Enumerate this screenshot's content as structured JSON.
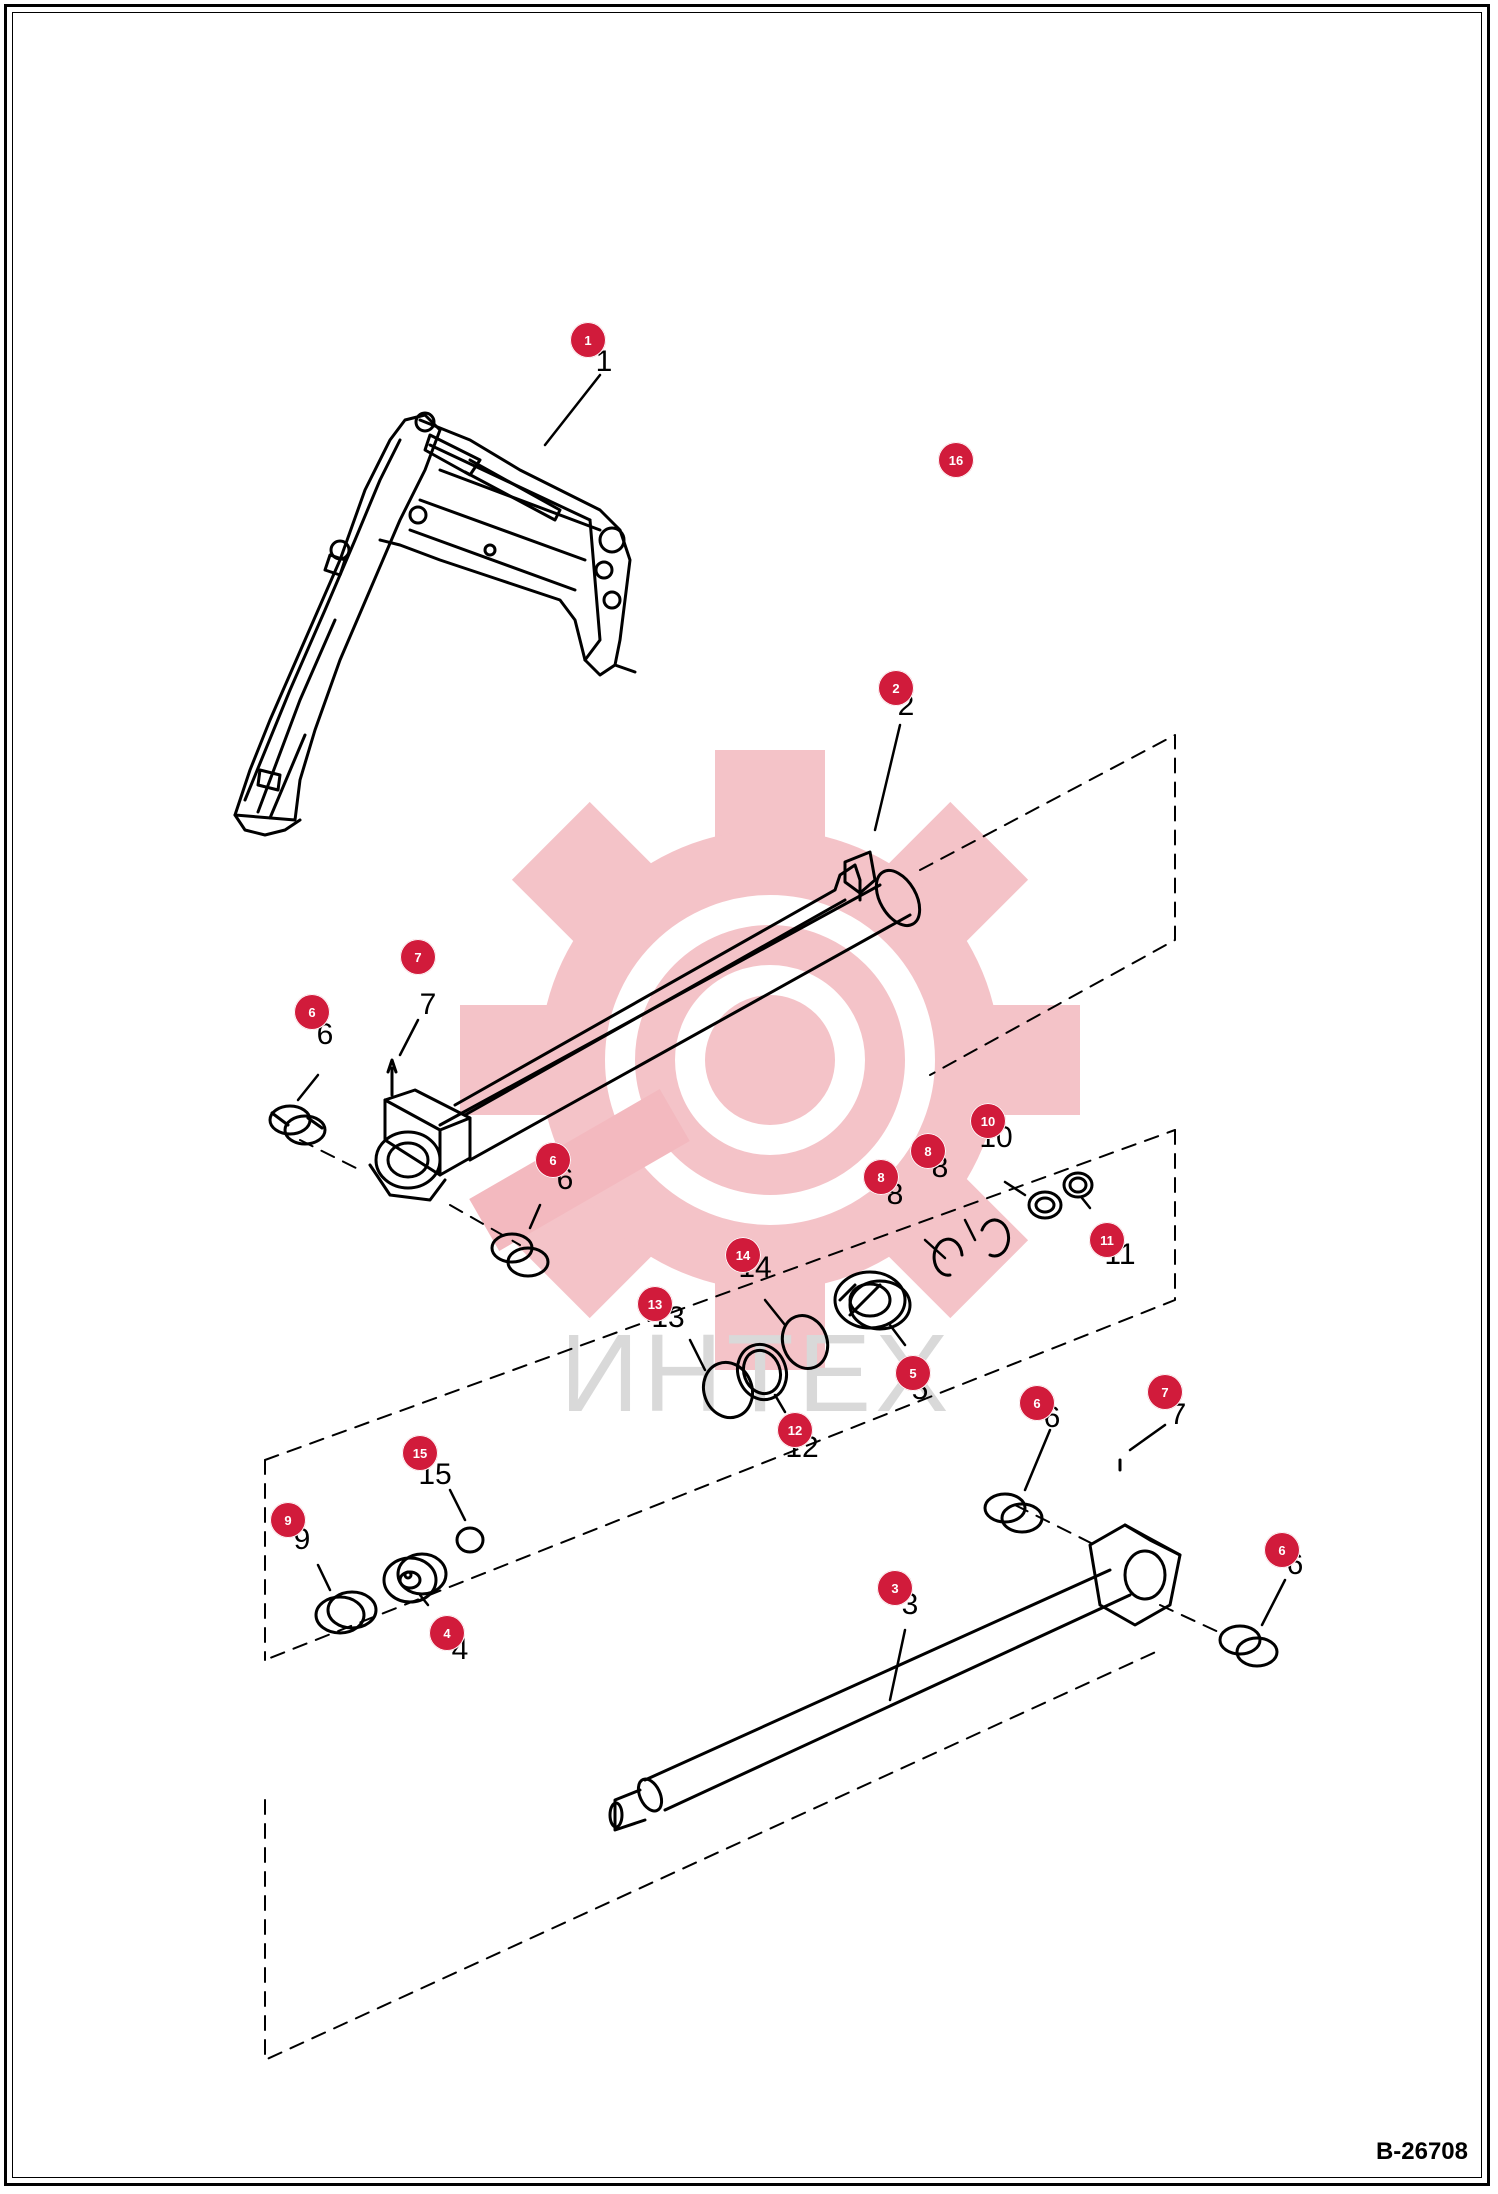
{
  "diagram": {
    "reference_code": "B-26708",
    "watermark_text": "ИНТЕХ",
    "colors": {
      "callout": "#d11b3b",
      "line": "#000000",
      "watermark": "#f3b9bf"
    },
    "callouts": [
      {
        "id": "c1",
        "label": "1"
      },
      {
        "id": "c2",
        "label": "2"
      },
      {
        "id": "c3",
        "label": "3"
      },
      {
        "id": "c4",
        "label": "4"
      },
      {
        "id": "c5",
        "label": "5"
      },
      {
        "id": "c6a",
        "label": "6"
      },
      {
        "id": "c6b",
        "label": "6"
      },
      {
        "id": "c6c",
        "label": "6"
      },
      {
        "id": "c6d",
        "label": "6"
      },
      {
        "id": "c7a",
        "label": "7"
      },
      {
        "id": "c7b",
        "label": "7"
      },
      {
        "id": "c8a",
        "label": "8"
      },
      {
        "id": "c8b",
        "label": "8"
      },
      {
        "id": "c9",
        "label": "9"
      },
      {
        "id": "c10",
        "label": "10"
      },
      {
        "id": "c11",
        "label": "11"
      },
      {
        "id": "c12",
        "label": "12"
      },
      {
        "id": "c13",
        "label": "13"
      },
      {
        "id": "c14",
        "label": "14"
      },
      {
        "id": "c15",
        "label": "15"
      },
      {
        "id": "c16",
        "label": "16"
      }
    ]
  }
}
